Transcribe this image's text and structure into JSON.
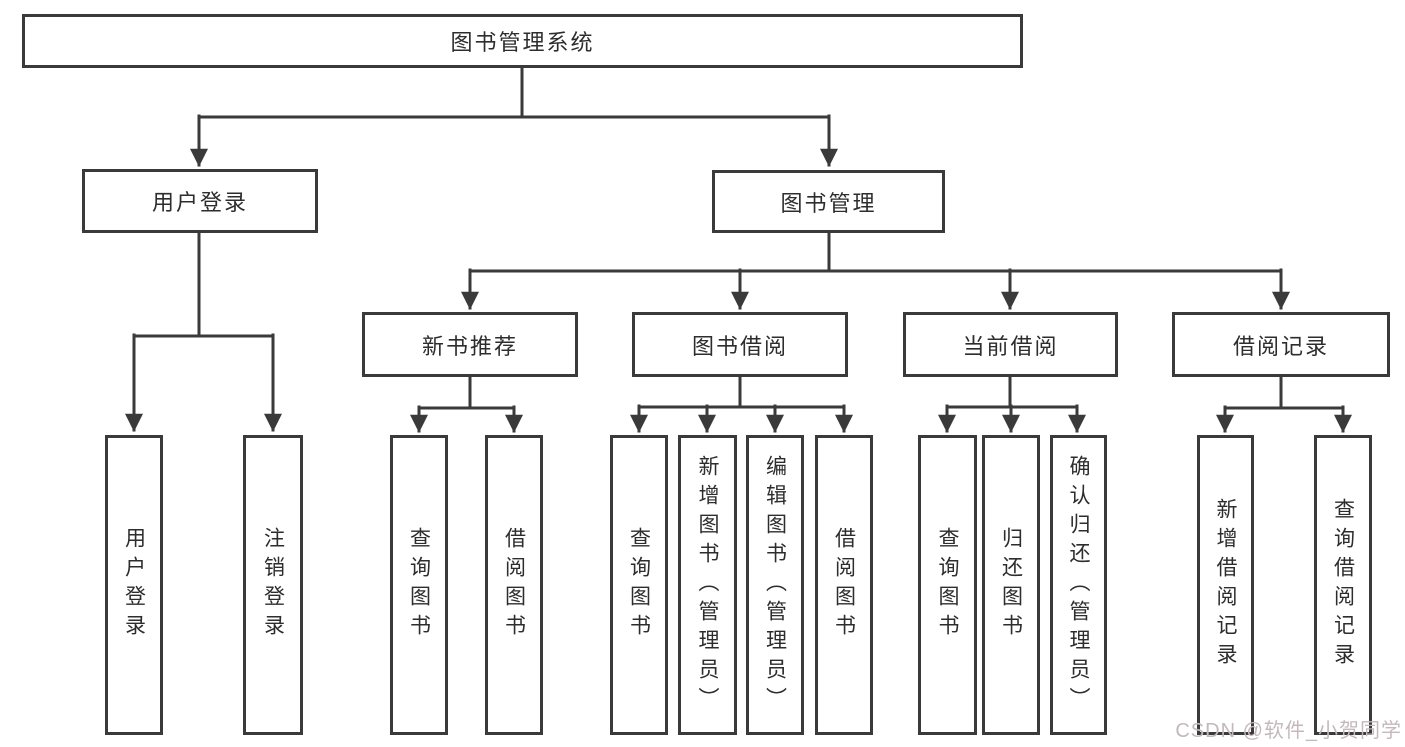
{
  "diagram": {
    "title": "图书管理系统",
    "level2": [
      {
        "label": "用户登录"
      },
      {
        "label": "图书管理"
      }
    ],
    "level3": [
      {
        "label": "新书推荐",
        "parent": "图书管理"
      },
      {
        "label": "图书借阅",
        "parent": "图书管理"
      },
      {
        "label": "当前借阅",
        "parent": "图书管理"
      },
      {
        "label": "借阅记录",
        "parent": "图书管理"
      }
    ],
    "leaves": [
      {
        "label": "用户登录",
        "parent": "用户登录"
      },
      {
        "label": "注销登录",
        "parent": "用户登录"
      },
      {
        "label": "查询图书",
        "parent": "新书推荐"
      },
      {
        "label": "借阅图书",
        "parent": "新书推荐"
      },
      {
        "label": "查询图书",
        "parent": "图书借阅"
      },
      {
        "label": "新增图书（管理员）",
        "parent": "图书借阅"
      },
      {
        "label": "编辑图书（管理员）",
        "parent": "图书借阅"
      },
      {
        "label": "借阅图书",
        "parent": "图书借阅"
      },
      {
        "label": "查询图书",
        "parent": "当前借阅"
      },
      {
        "label": "归还图书",
        "parent": "当前借阅"
      },
      {
        "label": "确认归还（管理员）",
        "parent": "当前借阅"
      },
      {
        "label": "新增借阅记录",
        "parent": "借阅记录"
      },
      {
        "label": "查询借阅记录",
        "parent": "借阅记录"
      }
    ],
    "watermark": "CSDN @软件_小贺同学",
    "colors": {
      "line": "#3a3a3a",
      "text": "#2d2d2d",
      "watermark": "#c4b8bc",
      "background": "#ffffff"
    }
  }
}
